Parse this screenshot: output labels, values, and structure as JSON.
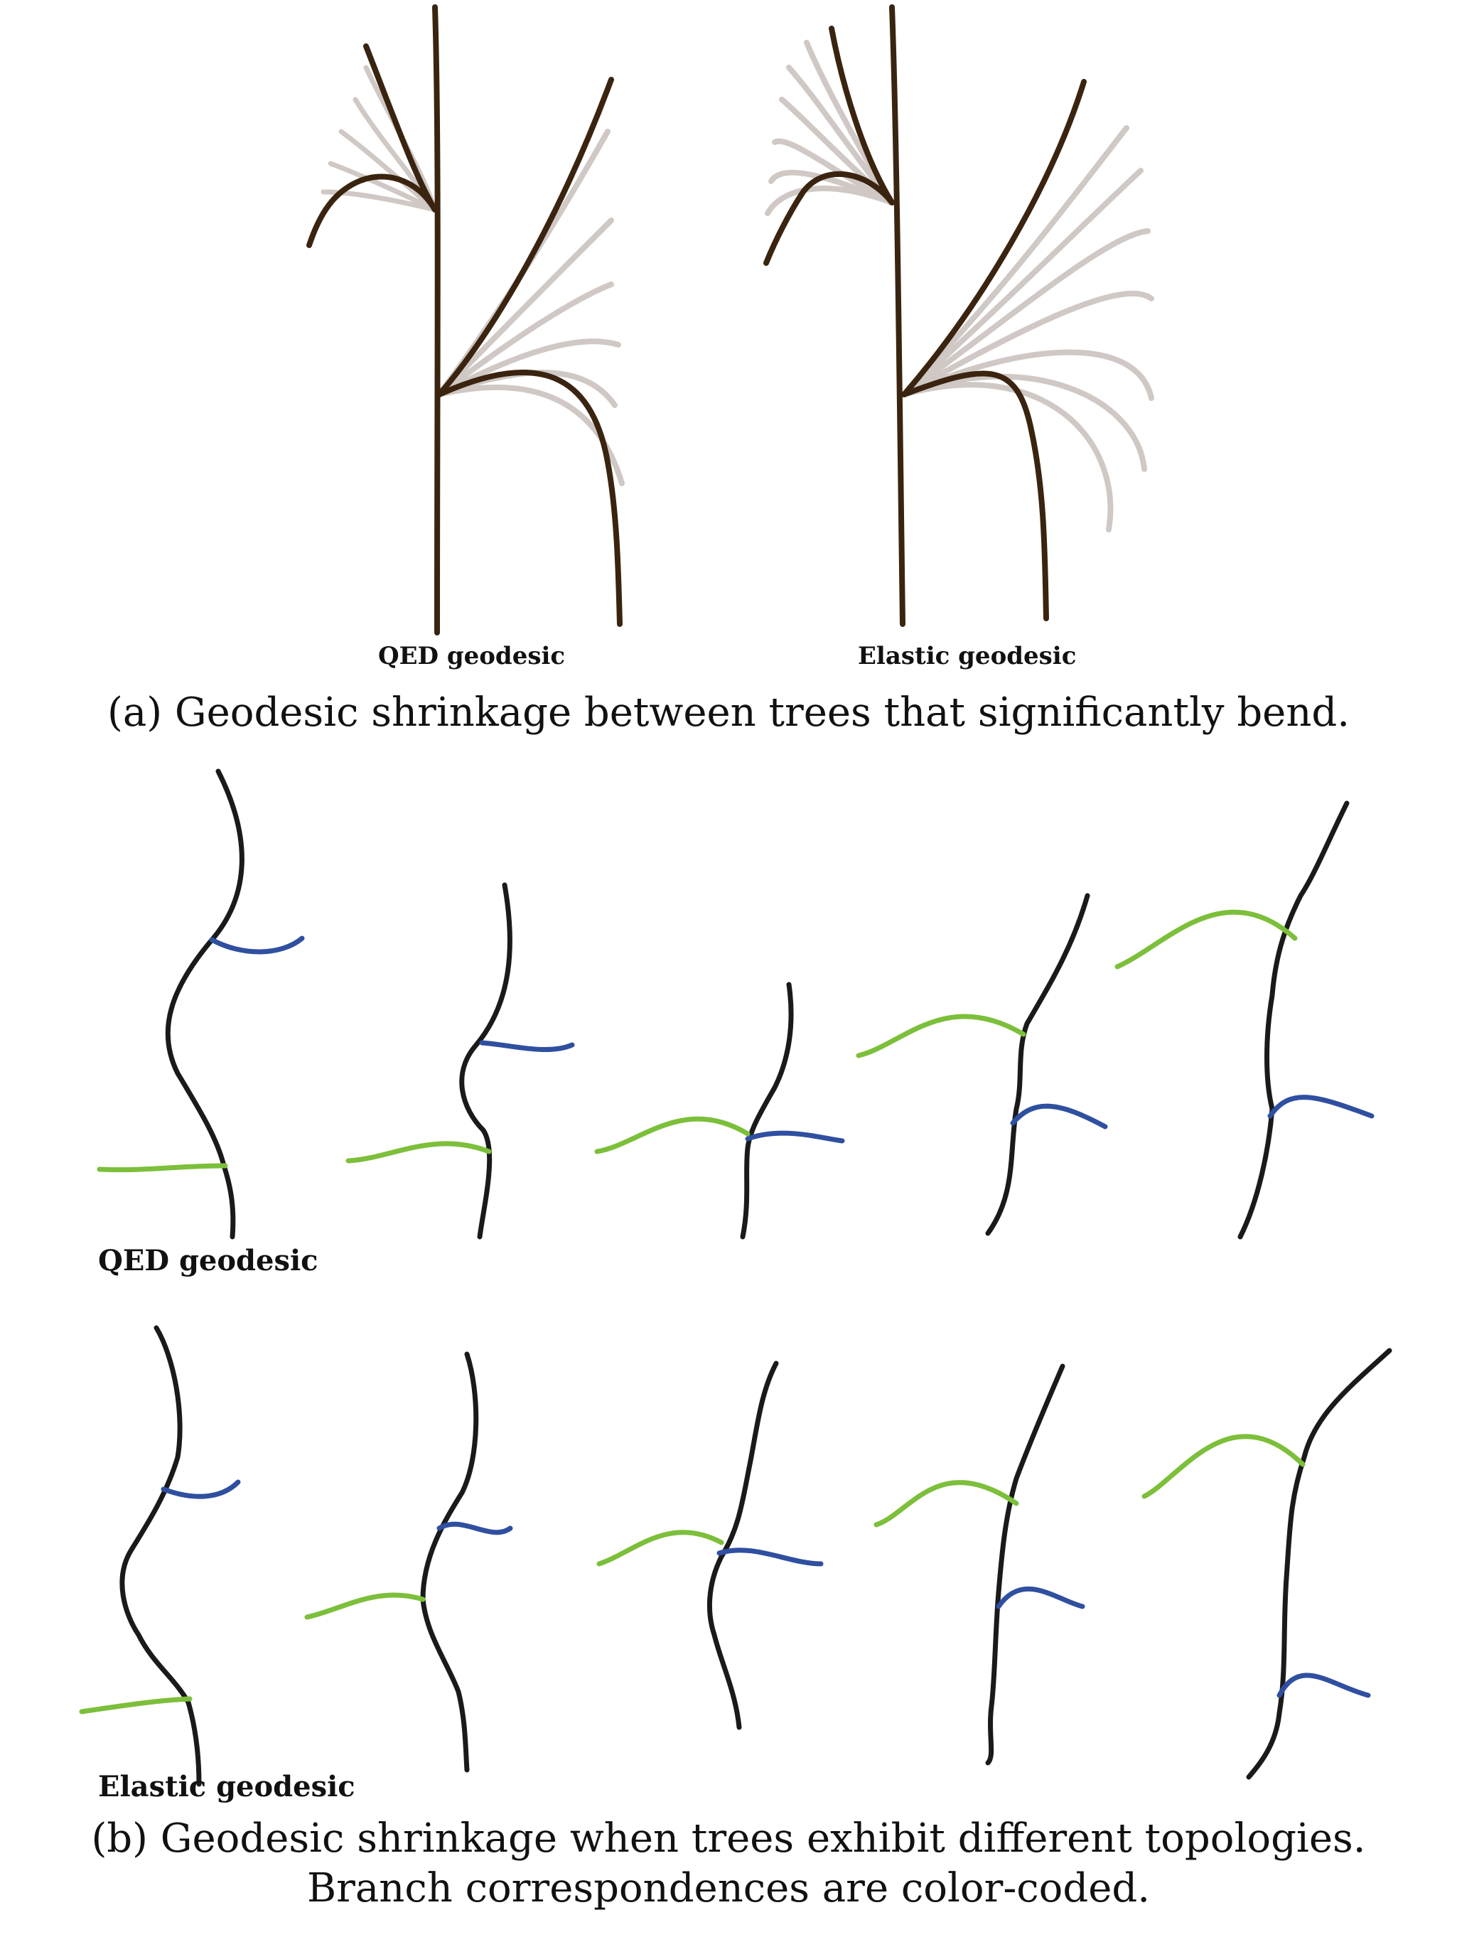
{
  "panel_a": {
    "labels": {
      "left": "QED geodesic",
      "right": "Elastic geodesic"
    },
    "caption": "(a) Geodesic shrinkage between trees that significantly bend."
  },
  "panel_b": {
    "labels": {
      "top_row": "QED geodesic",
      "bottom_row": "Elastic geodesic"
    },
    "caption_line1": "(b) Geodesic shrinkage when trees exhibit different topologies.",
    "caption_line2": "Branch correspondences are color-coded."
  },
  "colors": {
    "trunk_brown": "#3a2410",
    "ghost_gray": "#cfc8c4",
    "trunk_black": "#1a1a1a",
    "branch_green": "#7cbf3a",
    "branch_blue": "#2f4fa0"
  }
}
